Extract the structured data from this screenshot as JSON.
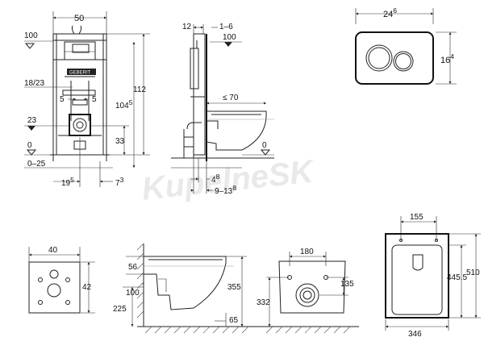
{
  "watermark": "KupelneSK",
  "frame_front": {
    "width": "50",
    "height_top": "100",
    "flush_range": "18/23",
    "offset_left": "5",
    "offset_right": "5",
    "height_112": "112",
    "height_104": "104",
    "height_104_sup": "5",
    "level_23": "23",
    "level_33": "33",
    "level_0": "0",
    "level_0_25": "0–25",
    "bottom_19": "19",
    "bottom_19_sup": "5",
    "bottom_7": "7",
    "bottom_7_sup": "3"
  },
  "frame_side": {
    "top_12": "12",
    "top_1_6": "1–6",
    "top_100": "100",
    "reach_70": "≤ 70",
    "level_0": "0",
    "depth_4": "4",
    "depth_4_sup": "8",
    "depth_9_13": "9–13",
    "depth_9_13_sup": "8"
  },
  "flush_plate": {
    "width": "24",
    "width_sup": "6",
    "height": "16",
    "height_sup": "4"
  },
  "opening": {
    "width": "40",
    "height": "42"
  },
  "bowl_side": {
    "top_56": "56",
    "inlet_100": "100",
    "height_355": "355",
    "level_225": "225",
    "depth_65": "65"
  },
  "bowl_back": {
    "width_180": "180",
    "height_135": "135",
    "height_332": "332"
  },
  "bowl_top": {
    "width_155": "155",
    "length_445": "445.5",
    "length_510": "510",
    "width_346": "346"
  }
}
